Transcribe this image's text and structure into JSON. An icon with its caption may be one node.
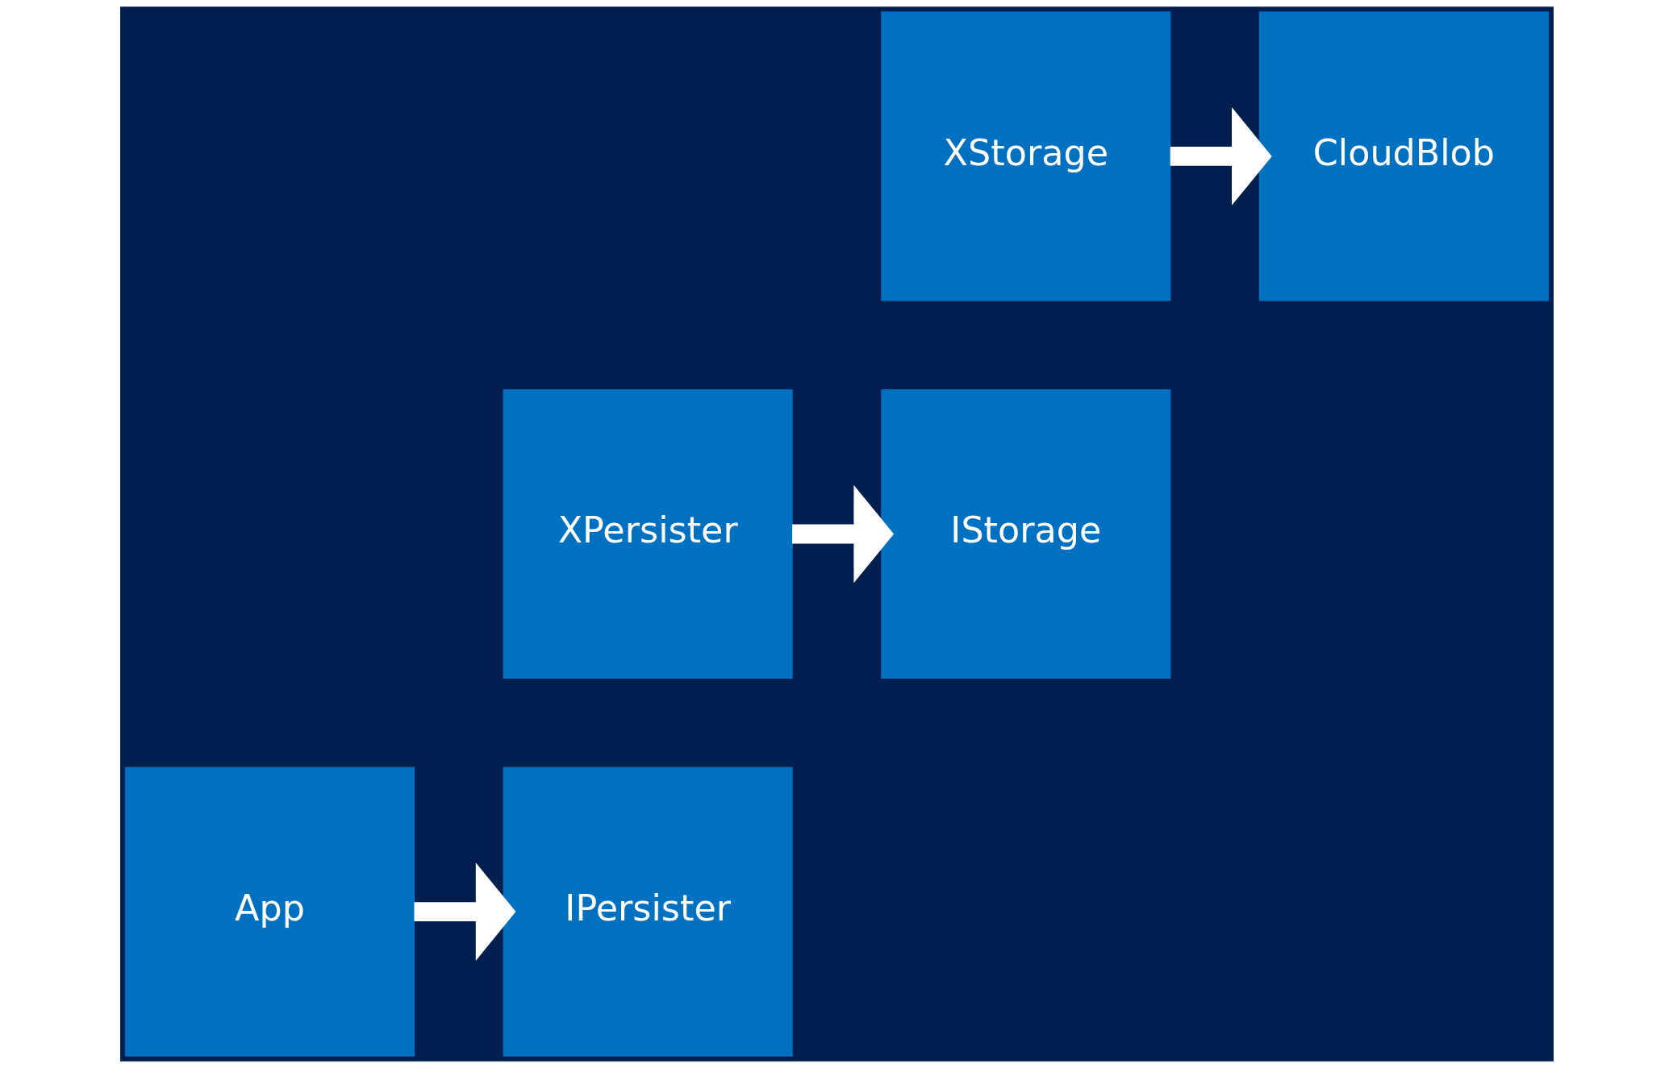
{
  "diagram": {
    "nodes": [
      {
        "text": [
          "App"
        ]
      },
      {
        "text": [
          "IPersister"
        ]
      },
      {
        "text": [
          "XPersister"
        ]
      },
      {
        "text": [
          "IStorage"
        ]
      },
      {
        "text": [
          "XStorage"
        ]
      },
      {
        "text": [
          "CloudBlob"
        ]
      }
    ],
    "edges": [
      {
        "from": 0,
        "to": 1,
        "arrow": "to"
      },
      {
        "from": 2,
        "to": 3,
        "arrow": "to"
      },
      {
        "from": 4,
        "to": 5,
        "arrow": "to"
      }
    ]
  }
}
